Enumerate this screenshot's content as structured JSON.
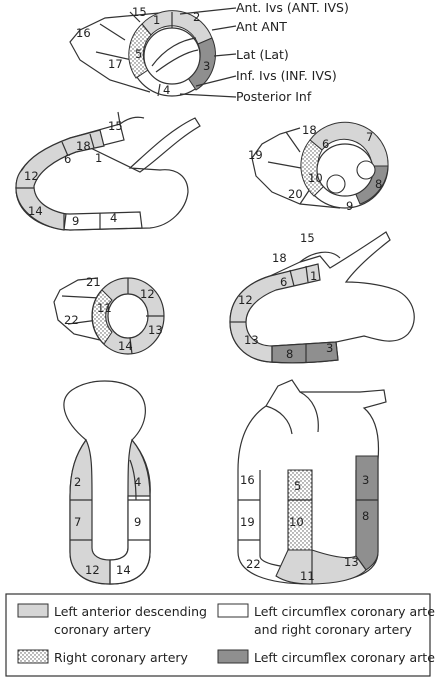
{
  "colors": {
    "lad": "#d6d6d6",
    "lcx": "#8f8f8f",
    "rca_dots": "#555555",
    "plain": "#ffffff",
    "stroke": "#333333"
  },
  "annotations": {
    "ant_ivs": "Ant. Ivs (ANT. IVS)",
    "ant": "Ant ANT",
    "lat": "Lat (Lat)",
    "inf_ivs": "Inf. Ivs (INF. IVS)",
    "post_inf": "Posterior Inf"
  },
  "segments": {
    "s1": "1",
    "s2": "2",
    "s3": "3",
    "s4": "4",
    "s5": "5",
    "s6": "6",
    "s7": "7",
    "s8": "8",
    "s9": "9",
    "s10": "10",
    "s11": "11",
    "s12": "12",
    "s13": "13",
    "s14": "14",
    "s15": "15",
    "s16": "16",
    "s17": "17",
    "s18": "18",
    "s19": "19",
    "s20": "20",
    "s21": "21",
    "s22": "22"
  },
  "legend": {
    "lad_l1": "Left anterior descending",
    "lad_l2": "coronary artery",
    "plain_l1": "Left circumflex coronary artery",
    "plain_l2": "and right coronary artery",
    "rca": "Right coronary artery",
    "lcx": "Left circumflex coronary artery"
  }
}
